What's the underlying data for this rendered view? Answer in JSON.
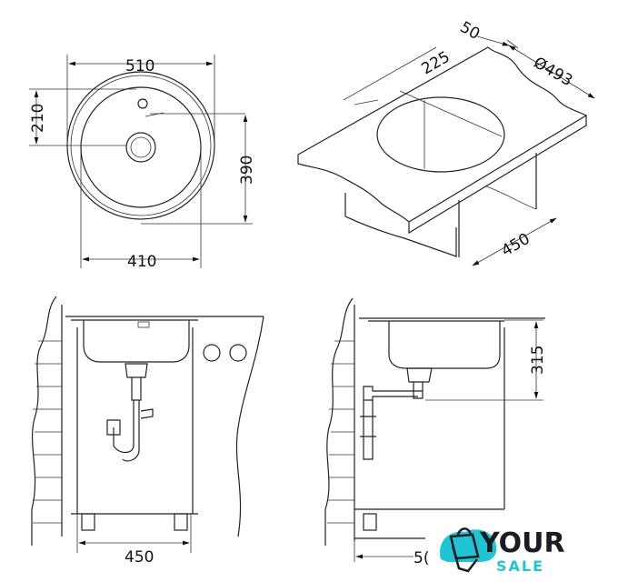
{
  "top_view": {
    "dim_width_outer": "510",
    "dim_width_inner": "410",
    "dim_height": "390",
    "dim_tap_offset": "210"
  },
  "iso_view": {
    "dim_offset": "225",
    "dim_edge": "50",
    "dim_diameter": "Ø493",
    "dim_cabinet": "450"
  },
  "front_view": {
    "dim_cabinet": "450"
  },
  "side_view": {
    "dim_depth": "315",
    "dim_cut": "5("
  },
  "logo": {
    "word1": "YOUR",
    "word2": "SALE",
    "color_dark": "#1a1d24",
    "color_accent": "#22c3d3"
  }
}
